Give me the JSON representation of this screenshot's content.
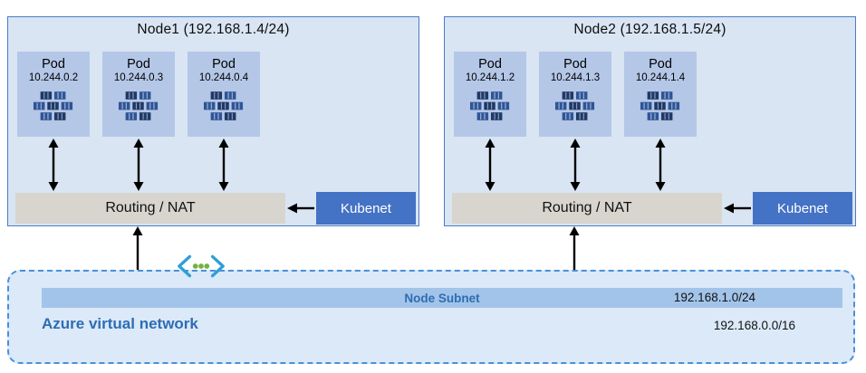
{
  "nodes": [
    {
      "title": "Node1 (192.168.1.4/24)",
      "pods": [
        {
          "name": "Pod",
          "ip": "10.244.0.2"
        },
        {
          "name": "Pod",
          "ip": "10.244.0.3"
        },
        {
          "name": "Pod",
          "ip": "10.244.0.4"
        }
      ],
      "router": "Routing / NAT",
      "agent": "Kubenet"
    },
    {
      "title": "Node2 (192.168.1.5/24)",
      "pods": [
        {
          "name": "Pod",
          "ip": "10.244.1.2"
        },
        {
          "name": "Pod",
          "ip": "10.244.1.3"
        },
        {
          "name": "Pod",
          "ip": "10.244.1.4"
        }
      ],
      "router": "Routing / NAT",
      "agent": "Kubenet"
    }
  ],
  "network": {
    "subnet_label": "Node Subnet",
    "subnet_cidr": "192.168.1.0/24",
    "vnet_label": "Azure virtual network",
    "vnet_cidr": "192.168.0.0/16"
  },
  "icons": {
    "pod": "containers-icon",
    "network": "virtual-network-icon"
  },
  "colors": {
    "node_fill": "#d9e5f3",
    "node_border": "#4a7cc7",
    "pod_fill": "#b4c7e7",
    "router_fill": "#d8d5cf",
    "kubenet_fill": "#4472c4",
    "subnet_fill": "#a3c4e9",
    "vnet_fill": "#dbe9f8",
    "vnet_border": "#4a90d9",
    "label_blue": "#2e6db4"
  }
}
